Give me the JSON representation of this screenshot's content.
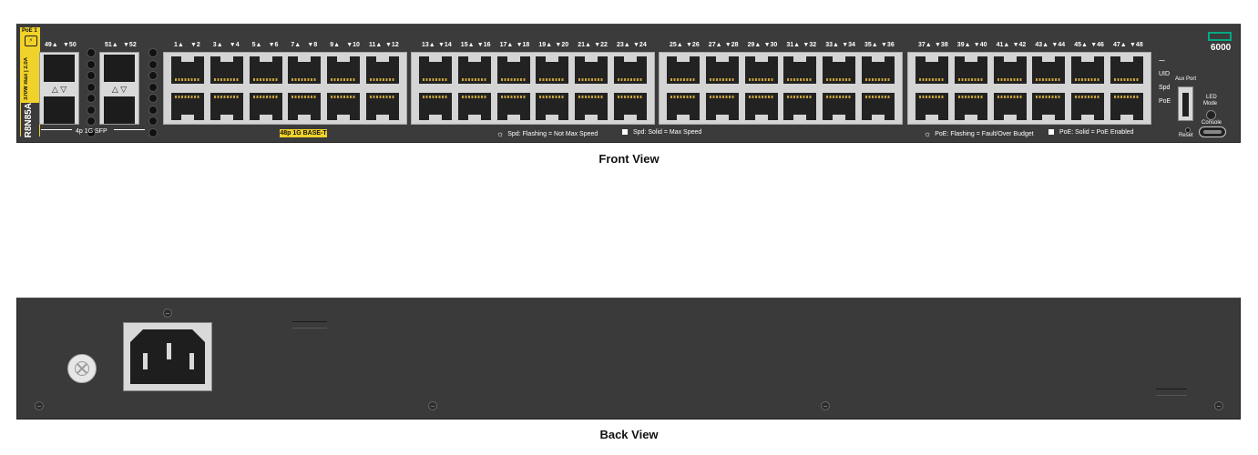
{
  "front": {
    "caption": "Front View",
    "model": "R8N85A",
    "poe_badge": "PoE 1",
    "poe_class": "370W max | 2.0A",
    "sfp_top_labels": [
      "49▲",
      "▼50",
      "51▲",
      "▼52"
    ],
    "sfp_label": "4p 1G SFP",
    "port_top_labels": [
      "1▲",
      "▼2",
      "3▲",
      "▼4",
      "5▲",
      "▼6",
      "7▲",
      "▼8",
      "9▲",
      "▼10",
      "11▲",
      "▼12",
      "13▲",
      "▼14",
      "15▲",
      "▼16",
      "17▲",
      "▼18",
      "19▲",
      "▼20",
      "21▲",
      "▼22",
      "23▲",
      "▼24",
      "25▲",
      "▼26",
      "27▲",
      "▼28",
      "29▲",
      "▼30",
      "31▲",
      "▼32",
      "33▲",
      "▼34",
      "35▲",
      "▼36",
      "37▲",
      "▼38",
      "39▲",
      "▼40",
      "41▲",
      "▼42",
      "43▲",
      "▼44",
      "45▲",
      "▼46",
      "47▲",
      "▼48"
    ],
    "base_t_label": "48p 1G BASE-T",
    "legend": {
      "spd_flash": "Spd: Flashing = Not Max Speed",
      "spd_solid": "Spd: Solid = Max Speed",
      "poe_flash": "PoE: Flashing = Fault/Over Budget",
      "poe_solid": "PoE: Solid = PoE Enabled"
    },
    "status_leds": [
      "UID",
      "Spd",
      "PoE"
    ],
    "aux_port_label": "Aux Port",
    "led_mode_label_1": "LED",
    "led_mode_label_2": "Mode",
    "console_label": "Console",
    "reset_label": "Reset",
    "series": "6000",
    "brand_color": "#01a982",
    "label_color": "#f0d22a"
  },
  "back": {
    "caption": "Back View",
    "icons": [
      "iec-power-inlet-icon",
      "ground-lug-icon",
      "screw-icon"
    ]
  }
}
